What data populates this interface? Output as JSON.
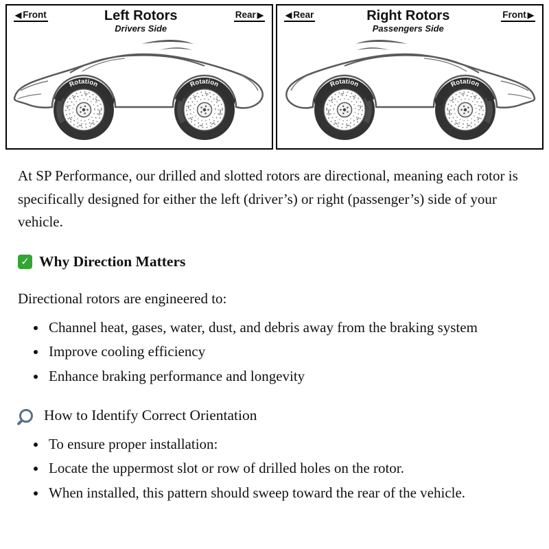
{
  "diagram": {
    "rotation_label": "Rotation",
    "panels": [
      {
        "title": "Left Rotors",
        "subtitle": "Drivers Side",
        "left_label": "Front",
        "right_label": "Rear"
      },
      {
        "title": "Right Rotors",
        "subtitle": "Passengers Side",
        "left_label": "Rear",
        "right_label": "Front"
      }
    ]
  },
  "icons": {
    "arrow_left": "◀",
    "arrow_right": "▶",
    "check": "✓"
  },
  "article": {
    "intro": "At SP Performance, our drilled and slotted rotors are directional, meaning each rotor is specifically designed for either the left (driver’s) or right (passenger’s) side of your vehicle.",
    "why": {
      "heading": "Why Direction Matters",
      "lead": "Directional rotors are engineered to:",
      "bullets": [
        "Channel heat, gases, water, dust, and debris away from the braking system",
        "Improve cooling efficiency",
        "Enhance braking performance and longevity"
      ]
    },
    "how": {
      "heading": "How to Identify Correct Orientation",
      "bullets": [
        "To ensure proper installation:",
        "Locate the uppermost slot or row of drilled holes on the rotor.",
        "When installed, this pattern should sweep toward the rear of the vehicle."
      ]
    }
  }
}
